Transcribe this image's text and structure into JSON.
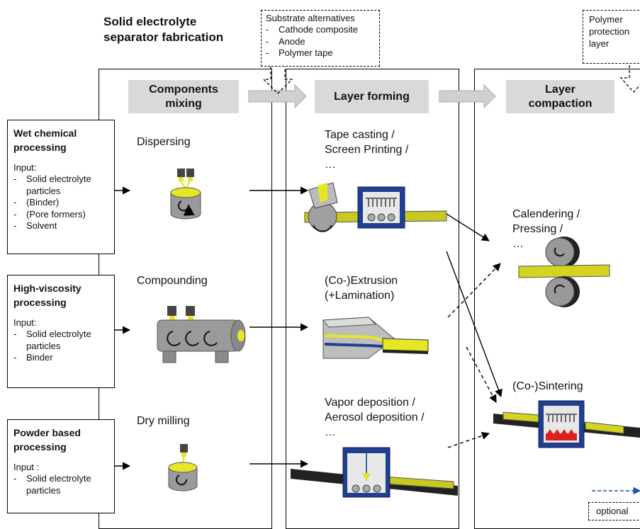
{
  "title": [
    "Solid electrolyte",
    "separator fabrication"
  ],
  "substrate": {
    "title": "Substrate alternatives",
    "items": [
      "Cathode composite",
      "Anode",
      "Polymer tape"
    ]
  },
  "polymer": [
    "Polymer",
    "protection",
    "layer"
  ],
  "stages": {
    "mixing": [
      "Components",
      "mixing"
    ],
    "forming": "Layer forming",
    "compaction": [
      "Layer",
      "compaction"
    ]
  },
  "inputs": [
    {
      "title": [
        "Wet chemical",
        "processing"
      ],
      "input_label": "Input:",
      "items": [
        "Solid electrolyte particles",
        "(Binder)",
        "(Pore formers)",
        "Solvent"
      ]
    },
    {
      "title": [
        "High-viscosity",
        "processing"
      ],
      "input_label": "Input:",
      "items": [
        "Solid electrolyte particles",
        "Binder"
      ]
    },
    {
      "title": [
        "Powder based",
        "processing"
      ],
      "input_label": "Input :",
      "items": [
        "Solid electrolyte particles"
      ]
    }
  ],
  "mixing": [
    "Dispersing",
    "Compounding",
    "Dry milling"
  ],
  "forming": [
    [
      "Tape casting /",
      "Screen Printing /",
      "…"
    ],
    [
      "(Co-)Extrusion",
      "(+Lamination)"
    ],
    [
      "Vapor deposition /",
      "Aerosol deposition /",
      "…"
    ]
  ],
  "compaction": [
    [
      "Calendering /",
      "Pressing /",
      "…"
    ],
    [
      "(Co-)Sintering"
    ]
  ],
  "legend": {
    "optional": "optional"
  },
  "colors": {
    "yellow": "#e6e626",
    "blue": "#1f3f8f",
    "grey": "#d9d9d9",
    "dark": "#222222"
  }
}
